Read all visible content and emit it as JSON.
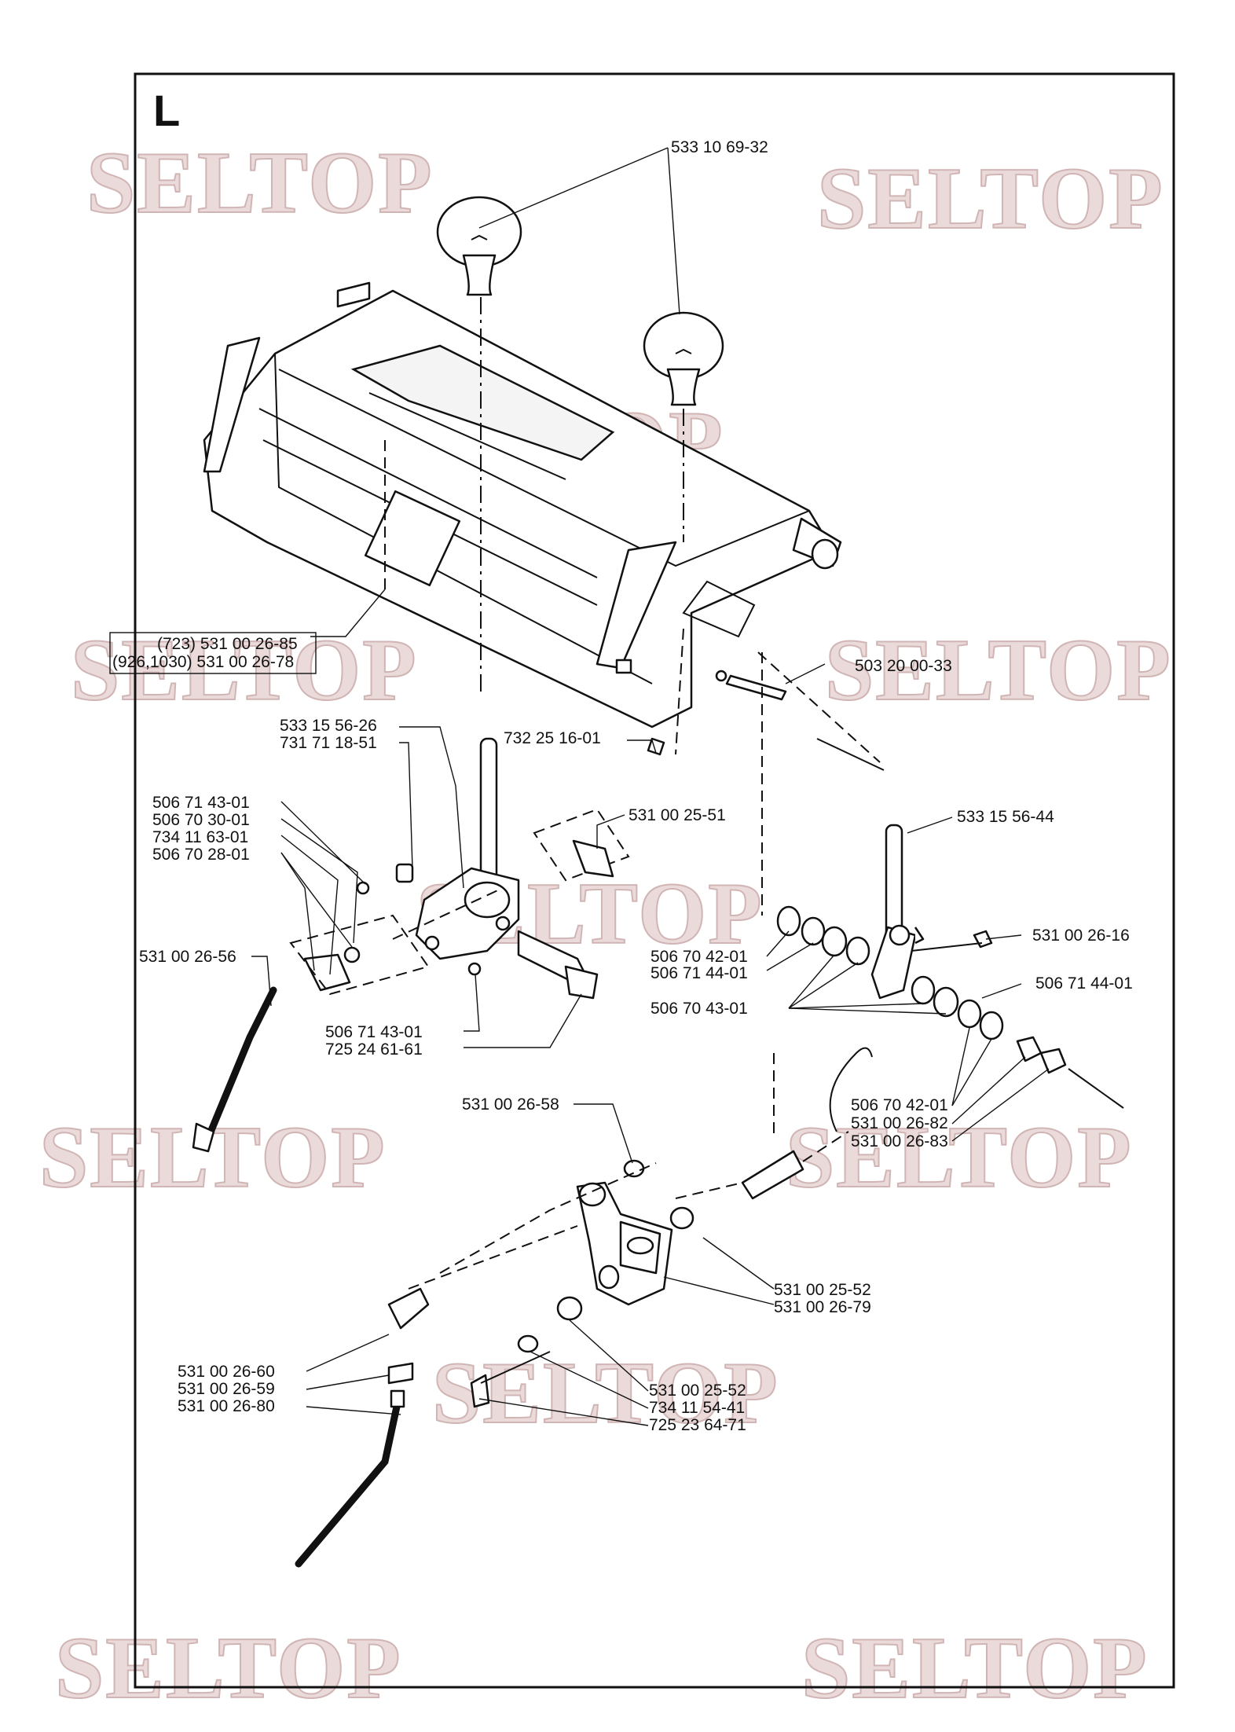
{
  "section_letter": "L",
  "watermark_text": "SELTOP",
  "labels": {
    "knob": "533 10 69-32",
    "cover_a": "(723) 531 00 26-85",
    "cover_b": "(926,1030) 531 00 26-78",
    "screw_right": "503 20 00-33",
    "lever_a": "533 15 56-26",
    "lever_b": "731 71 18-51",
    "clip": "732 25 16-01",
    "spacer_top": "531 00 25-51",
    "left_1": "506 71 43-01",
    "left_2": "506 70 30-01",
    "left_3": "734 11 63-01",
    "left_4": "506 70 28-01",
    "rod_left": "531 00 26-56",
    "bottom_clip": "506 71 43-01",
    "bolt": "725 24 61-61",
    "lever_right": "533 15 56-44",
    "nut_right": "531 00 26-16",
    "washer_a": "506 70 42-01",
    "washer_b": "506 71 44-01",
    "washer_c": "506 70 43-01",
    "washer_d": "506 71 44-01",
    "washer_e": "506 70 42-01",
    "nut_a": "531 00 26-82",
    "nut_b": "531 00 26-83",
    "washer_58": "531 00 26-58",
    "bushing_a": "531 00 25-52",
    "bracket": "531 00 26-79",
    "elbow": "531 00 26-60",
    "nut_59": "531 00 26-59",
    "rod_bottom": "531 00 26-80",
    "bushing_b": "531 00 25-52",
    "washer_54": "734 11 54-41",
    "bolt_71": "725 23 64-71"
  }
}
